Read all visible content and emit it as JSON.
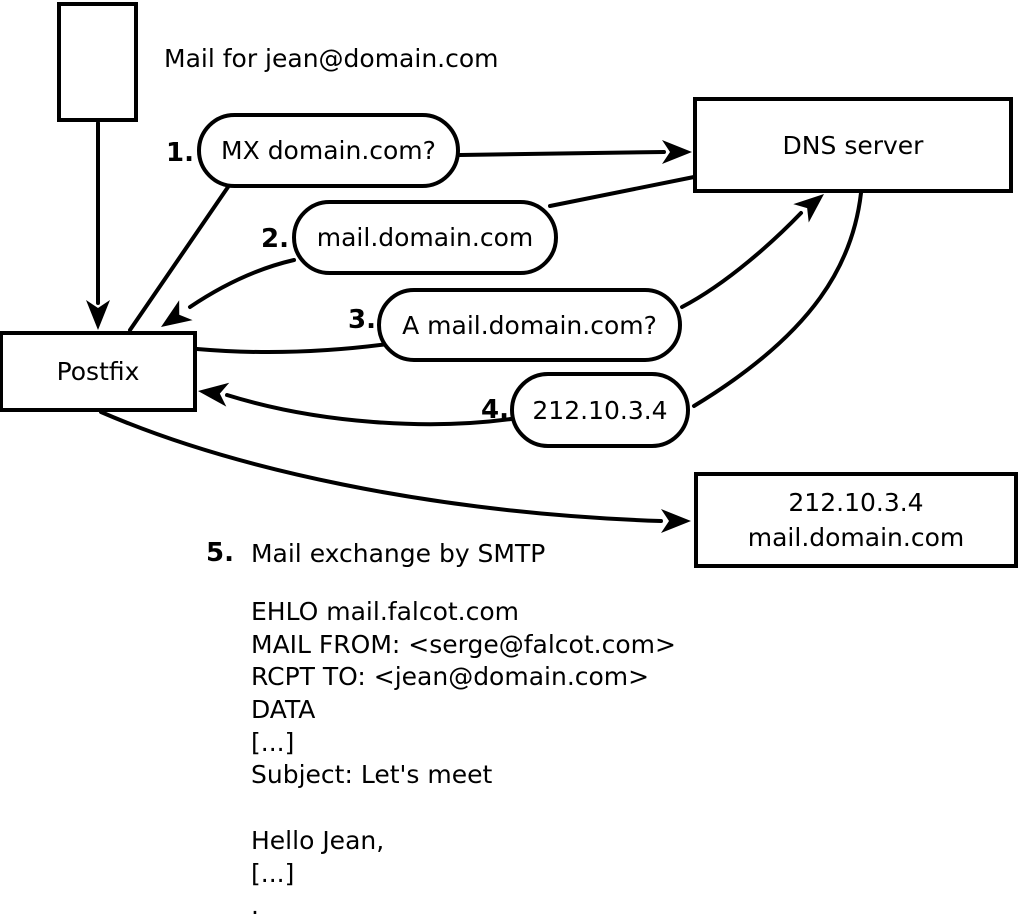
{
  "colors": {
    "ink": "#000000",
    "paper": "#ffffff"
  },
  "mail_note": "Mail for jean@domain.com",
  "nodes": {
    "postfix": "Postfix",
    "dns_server": "DNS server",
    "mail_server": {
      "line1": "212.10.3.4",
      "line2": "mail.domain.com"
    }
  },
  "steps": [
    {
      "num": "1.",
      "label": "MX domain.com?"
    },
    {
      "num": "2.",
      "label": "mail.domain.com"
    },
    {
      "num": "3.",
      "label": "A mail.domain.com?"
    },
    {
      "num": "4.",
      "label": "212.10.3.4"
    },
    {
      "num": "5.",
      "label": "Mail exchange by SMTP"
    }
  ],
  "smtp": {
    "lines": [
      "EHLO mail.falcot.com",
      "MAIL FROM: <serge@falcot.com>",
      "RCPT TO: <jean@domain.com>",
      "DATA",
      "[...]",
      "Subject: Let's meet",
      "",
      "Hello Jean,",
      "[...]",
      "."
    ]
  }
}
